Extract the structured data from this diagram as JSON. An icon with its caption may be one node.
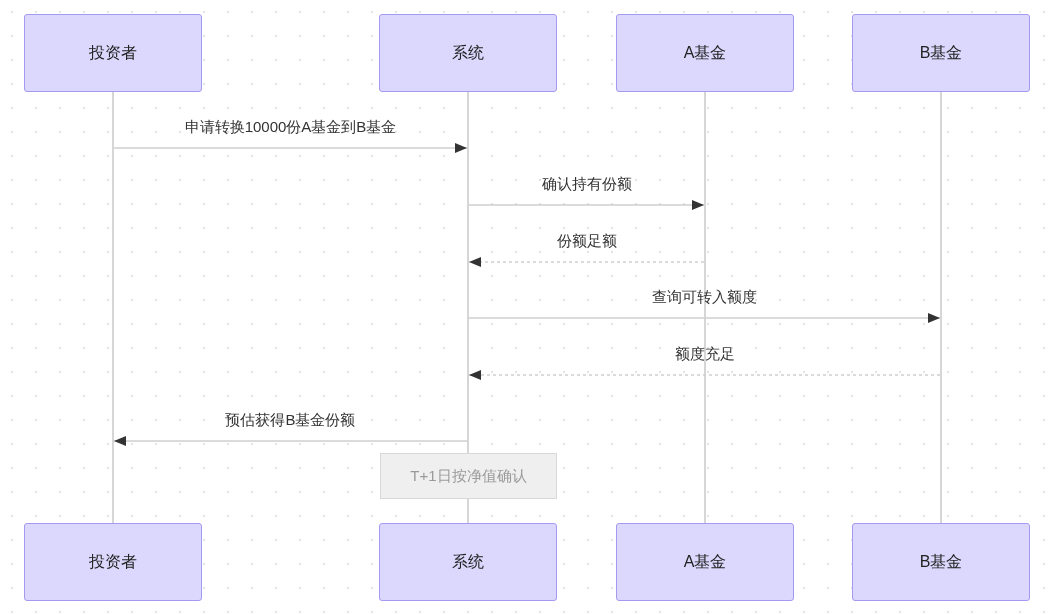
{
  "diagram": {
    "nodes": [
      {
        "text": [
          "投资者"
        ]
      },
      {
        "text": [
          "系统"
        ]
      },
      {
        "text": [
          "A基金"
        ]
      },
      {
        "text": [
          "B基金"
        ]
      },
      {
        "text": [],
        "shape": "bar"
      },
      {
        "text": [],
        "shape": "bar"
      },
      {
        "text": [],
        "shape": "bar"
      },
      {
        "text": [],
        "shape": "bar"
      },
      {
        "text": [
          "T+1日按净值确认"
        ]
      },
      {
        "text": [],
        "shape": "bar"
      },
      {
        "text": [
          "投资者"
        ]
      },
      {
        "text": [
          "系统"
        ]
      },
      {
        "text": [
          "A基金"
        ]
      },
      {
        "text": [
          "B基金"
        ]
      }
    ],
    "edges": [
      {
        "from": 4,
        "to": 5,
        "arrow": "to",
        "label": "申请转换10000份A基金到B基金"
      },
      {
        "from": 5,
        "to": 6,
        "arrow": "to",
        "label": "确认持有份额"
      },
      {
        "from": 6,
        "to": 5,
        "arrow": "to",
        "label": "份额足额",
        "style": "dashed"
      },
      {
        "from": 5,
        "to": 7,
        "arrow": "to",
        "label": "查询可转入额度"
      },
      {
        "from": 7,
        "to": 5,
        "arrow": "to",
        "label": "额度充足",
        "style": "dashed"
      },
      {
        "from": 5,
        "to": 4,
        "arrow": "to",
        "label": "预估获得B基金份额"
      }
    ]
  }
}
